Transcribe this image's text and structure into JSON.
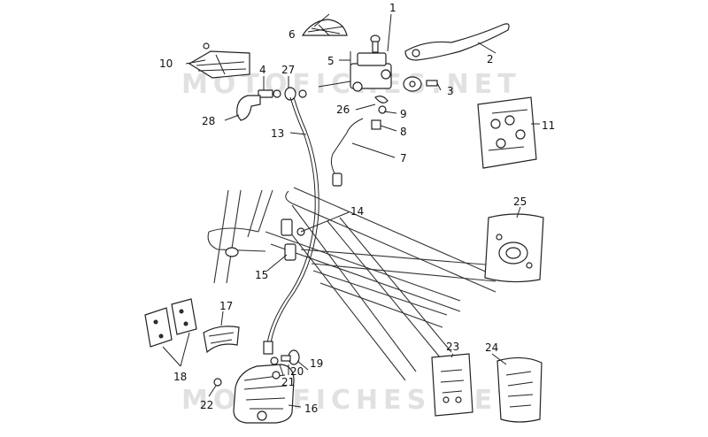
{
  "watermark": "MOTOFICHES.NET",
  "callouts": [
    "1",
    "2",
    "3",
    "4",
    "5",
    "6",
    "7",
    "8",
    "9",
    "10",
    "11",
    "13",
    "14",
    "15",
    "16",
    "17",
    "18",
    "19",
    "20",
    "21",
    "22",
    "23",
    "24",
    "25",
    "26",
    "27",
    "28"
  ]
}
